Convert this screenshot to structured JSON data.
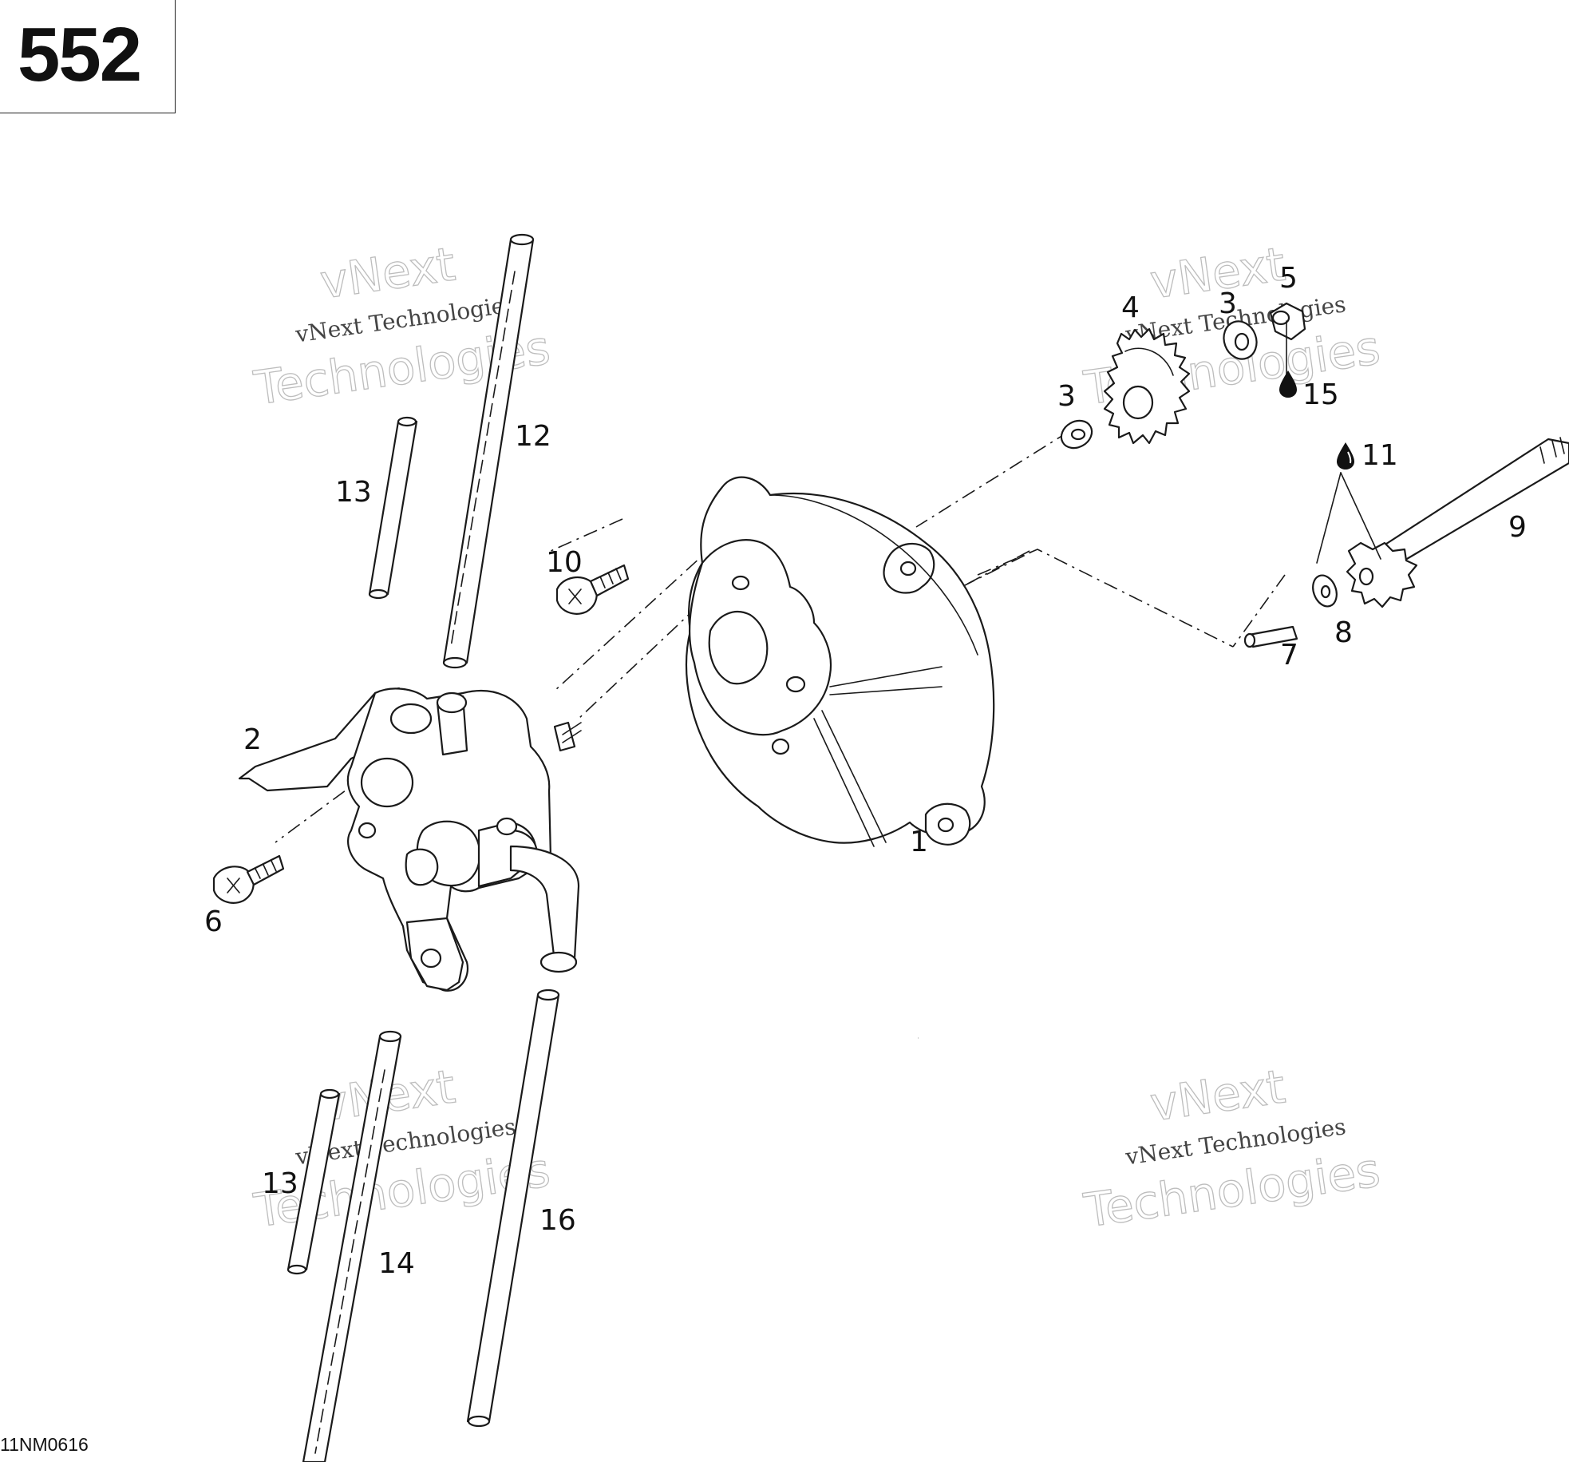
{
  "page_number": "552",
  "drawing_code": "11NM0616",
  "callouts": {
    "c1": "1",
    "c2": "2",
    "c3a": "3",
    "c3b": "3",
    "c4": "4",
    "c5": "5",
    "c6": "6",
    "c7": "7",
    "c8": "8",
    "c9": "9",
    "c10": "10",
    "c11": "11",
    "c12": "12",
    "c13a": "13",
    "c13b": "13",
    "c14": "14",
    "c15": "15",
    "c16": "16"
  },
  "watermark": {
    "top": "vNext",
    "line": "vNext Technologies",
    "bottom": "Technologies"
  },
  "icons": {
    "lubricant": "oil-drop-icon"
  }
}
